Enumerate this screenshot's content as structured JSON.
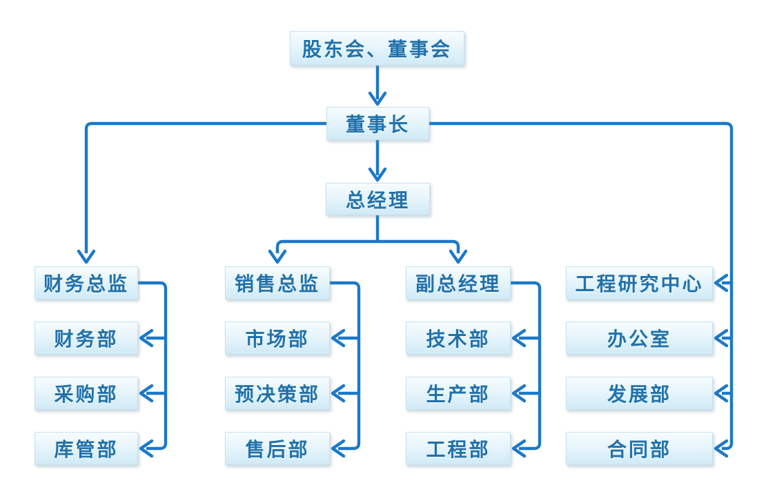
{
  "palette": {
    "connector_blue": "#1b78c9",
    "text_blue": "#2172ab",
    "box_fill_top": "#f7fcfe",
    "box_fill_bottom": "#d0eaf6",
    "box_border": "#c6e3f1",
    "background": "#ffffff"
  },
  "org_chart": {
    "root": "股东会、董事会",
    "chairman": "董事长",
    "general_manager": "总经理",
    "columns": [
      {
        "head": "财务总监",
        "departments": [
          "财务部",
          "采购部",
          "库管部"
        ]
      },
      {
        "head": "销售总监",
        "departments": [
          "市场部",
          "预决策部",
          "售后部"
        ]
      },
      {
        "head": "副总经理",
        "departments": [
          "技术部",
          "生产部",
          "工程部"
        ]
      },
      {
        "head": "工程研究中心",
        "departments": [
          "办公室",
          "发展部",
          "合同部"
        ]
      }
    ]
  }
}
